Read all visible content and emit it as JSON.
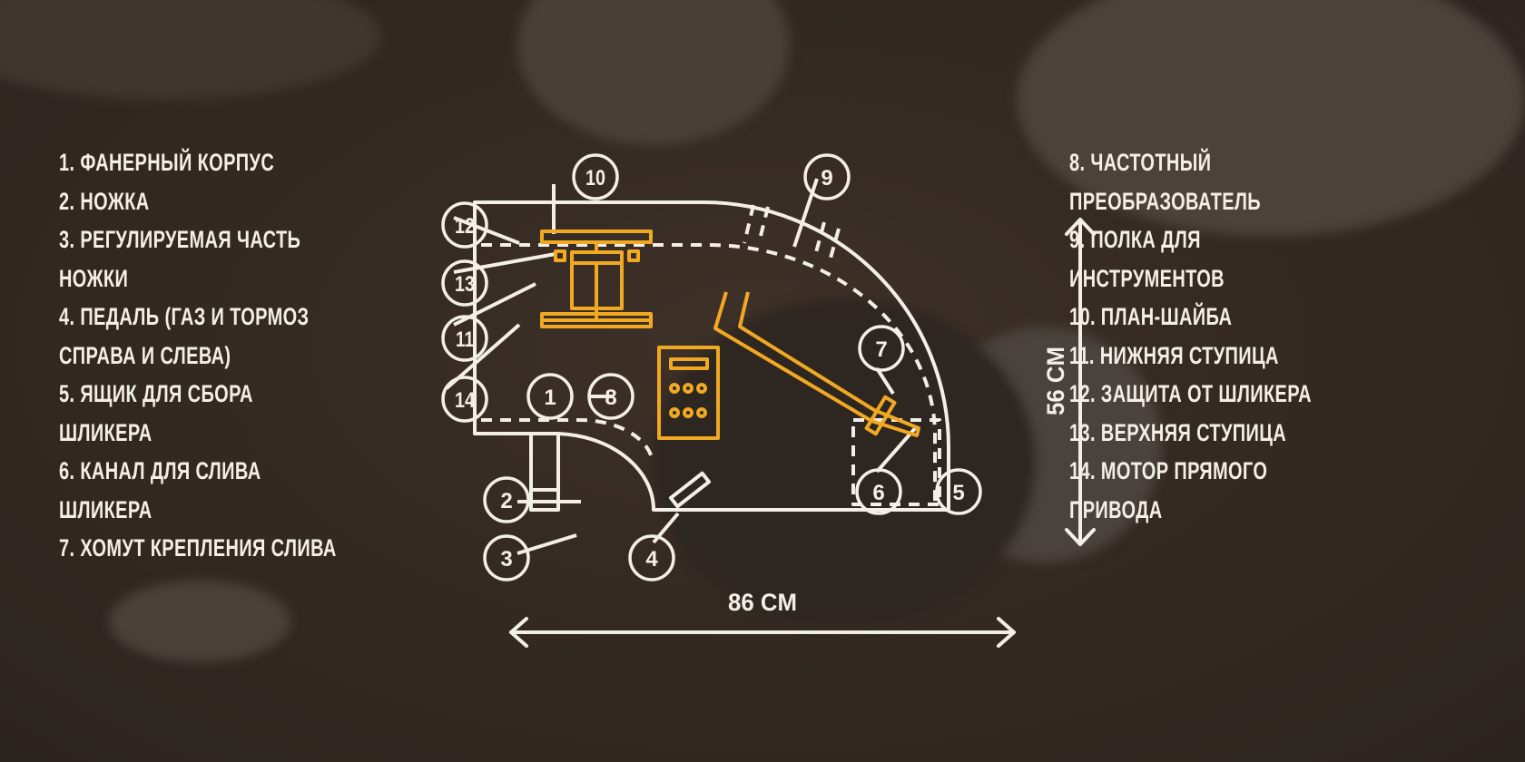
{
  "legend_left": [
    "1. ФАНЕРНЫЙ КОРПУС",
    "2. НОЖКА",
    "3. РЕГУЛИРУЕМАЯ ЧАСТЬ",
    "НОЖКИ",
    "4. ПЕДАЛЬ (ГАЗ И ТОРМОЗ",
    "СПРАВА И СЛЕВА)",
    "5. ЯЩИК ДЛЯ СБОРА",
    "ШЛИКЕРА",
    "6. КАНАЛ ДЛЯ СЛИВА",
    "ШЛИКЕРА",
    "7. ХОМУТ КРЕПЛЕНИЯ СЛИВА"
  ],
  "legend_right": [
    "8. ЧАСТОТНЫЙ",
    "ПРЕОБРАЗОВАТЕЛЬ",
    "9. ПОЛКА ДЛЯ",
    "ИНСТРУМЕНТОВ",
    "10. ПЛАН-ШАЙБА",
    "11. НИЖНЯЯ СТУПИЦА",
    "12. ЗАЩИТА ОТ ШЛИКЕРА",
    "13. ВЕРХНЯЯ СТУПИЦА",
    "14. МОТОР ПРЯМОГО",
    "ПРИВОДА"
  ],
  "callouts": {
    "c1": "1",
    "c2": "2",
    "c3": "3",
    "c4": "4",
    "c5": "5",
    "c6": "6",
    "c7": "7",
    "c8": "8",
    "c9": "9",
    "c10": "10",
    "c11": "11",
    "c12": "12",
    "c13": "13",
    "c14": "14"
  },
  "dimensions": {
    "width": "86 CM",
    "height": "56 CM"
  },
  "colors": {
    "line": "#f4efe6",
    "accent": "#f2a922",
    "background": "#342a23"
  }
}
